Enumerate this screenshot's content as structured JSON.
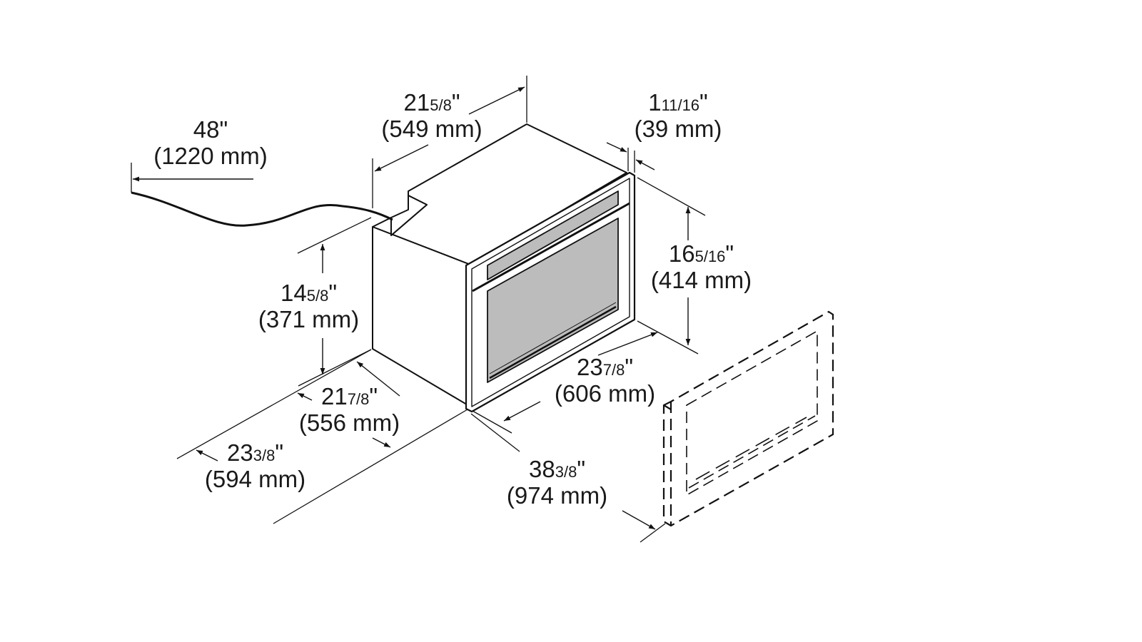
{
  "colors": {
    "ink": "#111111",
    "glass": "#bcbcbc",
    "paper": "#ffffff"
  },
  "dimensions": {
    "cord": {
      "whole": "48",
      "frac_num": "",
      "frac_den": "",
      "inch": "\"",
      "metric": "(1220 mm)"
    },
    "depth_top": {
      "whole": "21",
      "frac_num": "5",
      "frac_den": "8",
      "inch": "\"",
      "metric": "(549 mm)"
    },
    "door": {
      "whole": "1",
      "frac_num": "11",
      "frac_den": "16",
      "inch": "\"",
      "metric": "(39 mm)"
    },
    "height_front": {
      "whole": "16",
      "frac_num": "5",
      "frac_den": "16",
      "inch": "\"",
      "metric": "(414 mm)"
    },
    "height_side": {
      "whole": "14",
      "frac_num": "5",
      "frac_den": "8",
      "inch": "\"",
      "metric": "(371 mm)"
    },
    "width": {
      "whole": "23",
      "frac_num": "7",
      "frac_den": "8",
      "inch": "\"",
      "metric": "(606 mm)"
    },
    "depth_body": {
      "whole": "21",
      "frac_num": "7",
      "frac_den": "8",
      "inch": "\"",
      "metric": "(556 mm)"
    },
    "depth_total": {
      "whole": "23",
      "frac_num": "3",
      "frac_den": "8",
      "inch": "\"",
      "metric": "(594 mm)"
    },
    "door_open": {
      "whole": "38",
      "frac_num": "3",
      "frac_den": "8",
      "inch": "\"",
      "metric": "(974 mm)"
    }
  }
}
